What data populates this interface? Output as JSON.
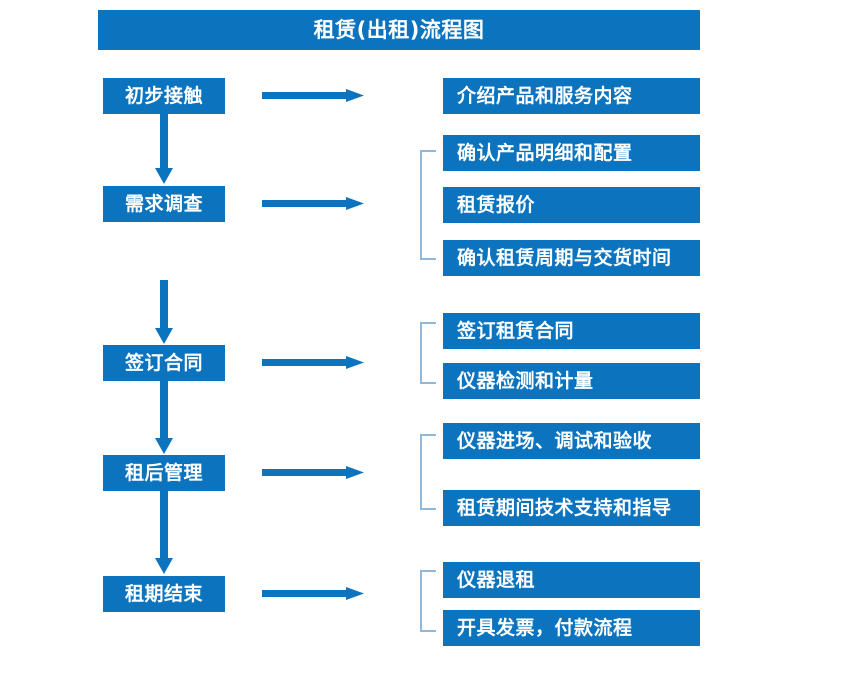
{
  "chart_data": {
    "type": "diagram",
    "diagram_kind": "flowchart",
    "title": "租赁(出租)流程图",
    "orientation": "vertical-with-branches",
    "colors": {
      "box_fill": "#0C74BE",
      "box_text": "#FFFFFF",
      "arrow": "#0C74BE",
      "bracket": "#8FB8DA",
      "background": "#FFFFFF"
    },
    "stages": [
      {
        "id": "stage-1",
        "label": "初步接触",
        "details": [
          "介绍产品和服务内容"
        ],
        "has_bracket": false
      },
      {
        "id": "stage-2",
        "label": "需求调查",
        "details": [
          "确认产品明细和配置",
          "租赁报价",
          "确认租赁周期与交货时间"
        ],
        "has_bracket": true
      },
      {
        "id": "stage-3",
        "label": "签订合同",
        "details": [
          "签订租赁合同",
          "仪器检测和计量"
        ],
        "has_bracket": true
      },
      {
        "id": "stage-4",
        "label": "租后管理",
        "details": [
          "仪器进场、调试和验收",
          "租赁期间技术支持和指导"
        ],
        "has_bracket": true
      },
      {
        "id": "stage-5",
        "label": "租期结束",
        "details": [
          "仪器退租",
          "开具发票，付款流程"
        ],
        "has_bracket": true
      }
    ]
  },
  "title": {
    "text": "租赁(出租)流程图"
  },
  "stages": {
    "s1": {
      "label": "初步接触"
    },
    "s2": {
      "label": "需求调查"
    },
    "s3": {
      "label": "签订合同"
    },
    "s4": {
      "label": "租后管理"
    },
    "s5": {
      "label": "租期结束"
    }
  },
  "details": {
    "d1": "介绍产品和服务内容",
    "d2": "确认产品明细和配置",
    "d3": "租赁报价",
    "d4": "确认租赁周期与交货时间",
    "d5": "签订租赁合同",
    "d6": "仪器检测和计量",
    "d7": "仪器进场、调试和验收",
    "d8": "租赁期间技术支持和指导",
    "d9": "仪器退租",
    "d10": "开具发票，付款流程"
  }
}
